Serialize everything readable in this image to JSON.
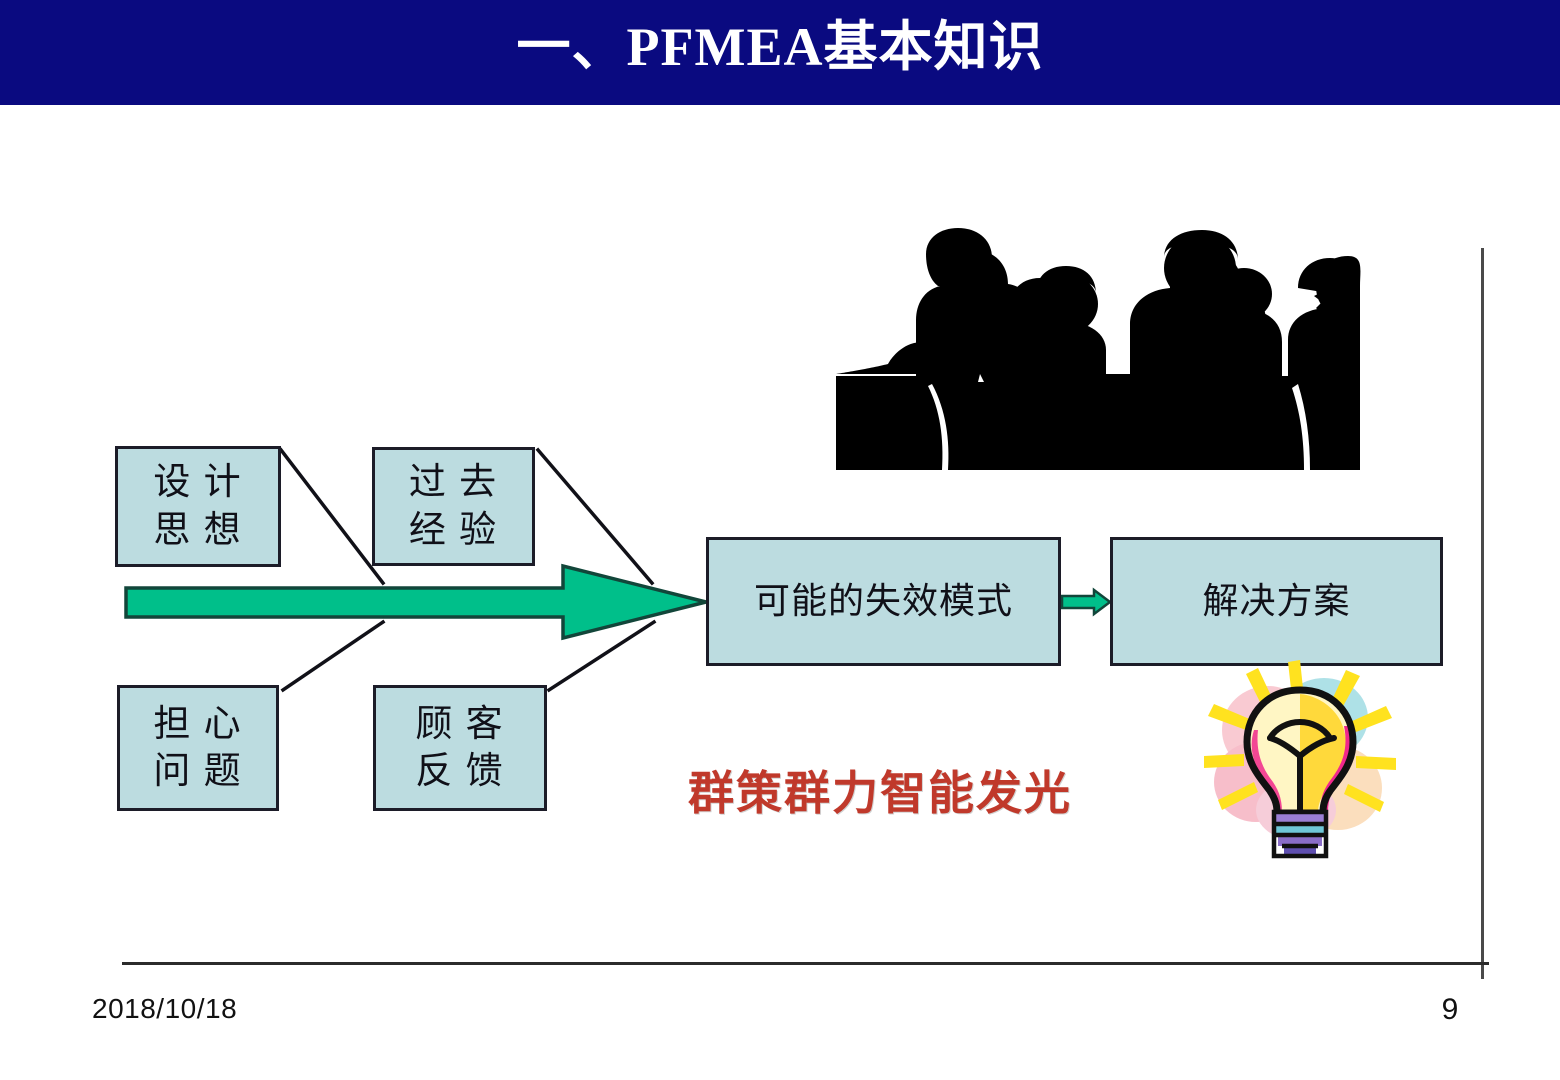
{
  "slide": {
    "title": "一、PFMEA基本知识",
    "title_bar_color": "#0a0a80",
    "title_color": "#ffffff",
    "background": "#ffffff",
    "page_number": "9",
    "date": "2018/10/18"
  },
  "diagram": {
    "box_fill": "#bcdce0",
    "box_border": "#1c1c28",
    "arrow_color": "#00bf8a",
    "arrow_outline": "#1c3b33",
    "inputs": [
      {
        "id": "design",
        "line1": "设 计",
        "line2": "思 想"
      },
      {
        "id": "past",
        "line1": "过 去",
        "line2": "经 验"
      },
      {
        "id": "worry",
        "line1": "担 心",
        "line2": "问 题"
      },
      {
        "id": "customer",
        "line1": "顾 客",
        "line2": "反 馈"
      }
    ],
    "failure_mode": "可能的失效模式",
    "solution": "解决方案"
  },
  "caption": {
    "text": "群策群力智能发光",
    "color": "#c0392b"
  },
  "clipart": {
    "silhouette_name": "meeting-group-silhouette",
    "bulb_name": "idea-lightbulb"
  }
}
